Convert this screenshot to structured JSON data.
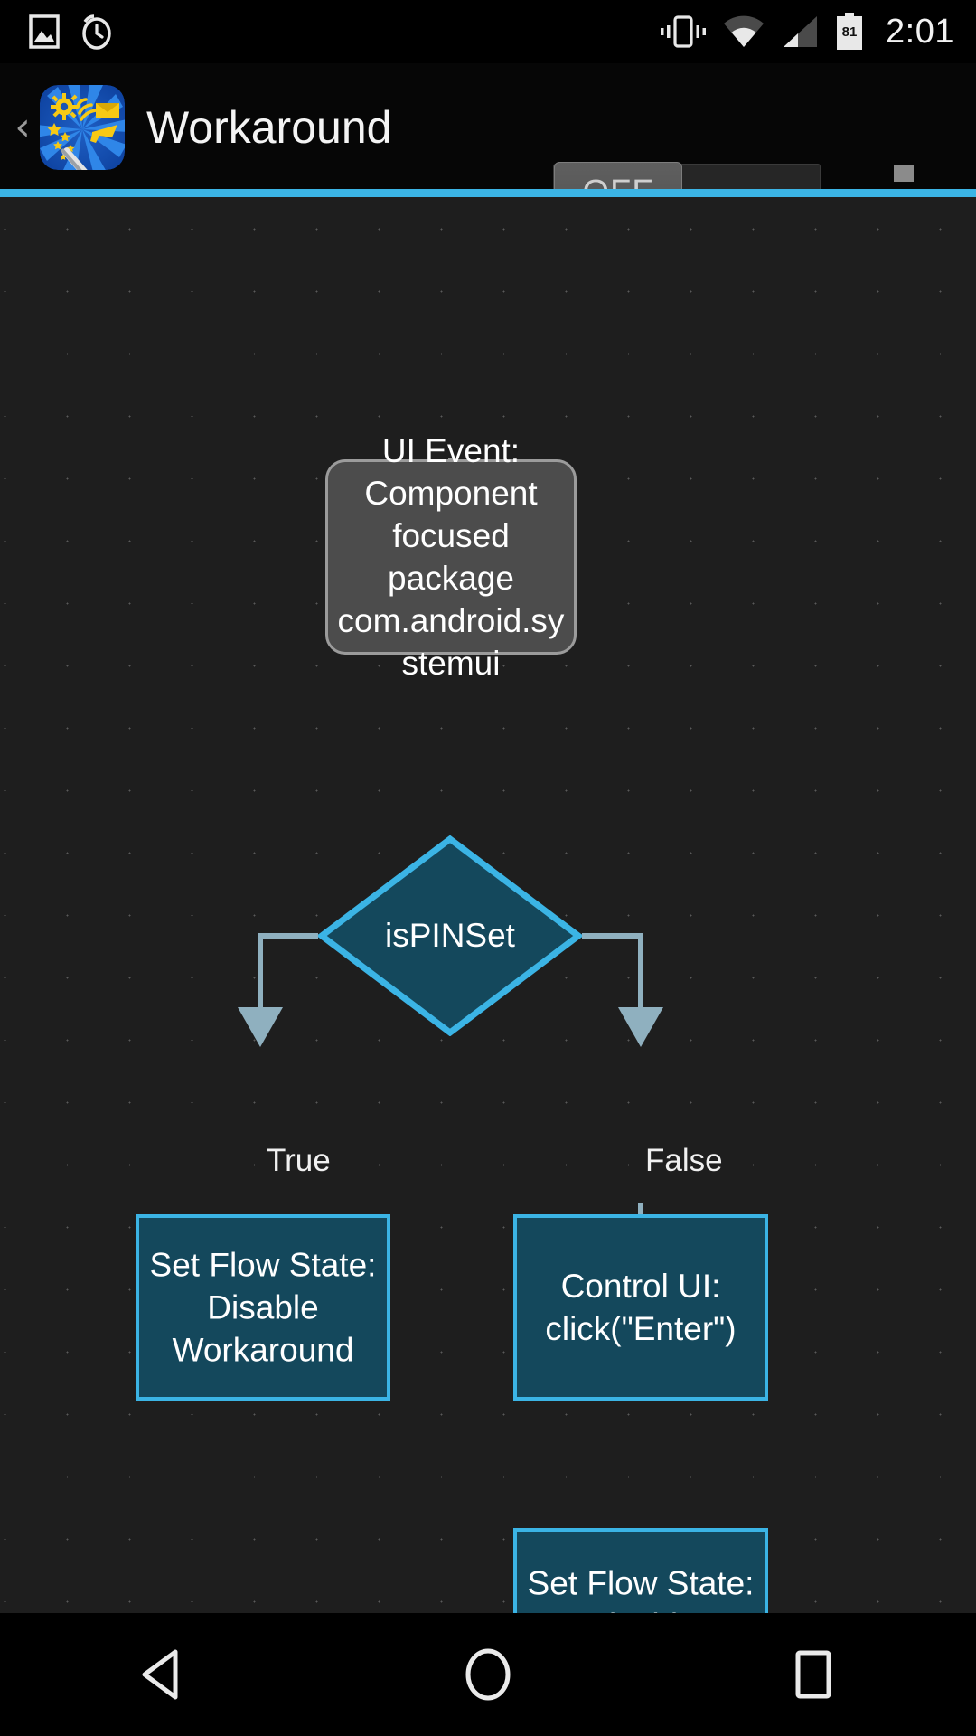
{
  "status_bar": {
    "icons": [
      "image-icon",
      "alarm-clock-icon",
      "vibrate-icon",
      "wifi-icon",
      "cell-signal-icon",
      "battery-icon"
    ],
    "battery_level": "81",
    "time": "2:01"
  },
  "action_bar": {
    "back_label": "‹",
    "app_icon_name": "workaround-app-icon",
    "title": "Workaround",
    "toggle": {
      "label": "OFF",
      "state": "off"
    },
    "overflow_label": "overflow-menu"
  },
  "theme": {
    "accent": "#3bb4e5",
    "canvas_bg": "#1e1e1e",
    "node_fill": "#14485c",
    "node_border": "#3bb4e5",
    "trigger_fill": "#4c4c4c",
    "trigger_border": "#9b9b9b",
    "edge_gray": "#9a9a9a",
    "edge_blue_gray": "#8fb0bf",
    "text": "#ffffff"
  },
  "flow": {
    "nodes": [
      {
        "id": "trigger",
        "type": "trigger",
        "text": "UI Event: Component focused package com.android.systemui"
      },
      {
        "id": "decision",
        "type": "decision",
        "text": "isPINSet"
      },
      {
        "id": "true_action",
        "type": "action",
        "text": "Set Flow State: Disable Workaround"
      },
      {
        "id": "false_action",
        "type": "action",
        "text": "Control UI: click(\"Enter\")"
      },
      {
        "id": "final_action",
        "type": "action",
        "text": "Set Flow State: Disable Workaround"
      }
    ],
    "edges": [
      {
        "from": "trigger",
        "to": "decision",
        "label": ""
      },
      {
        "from": "decision",
        "to": "true_action",
        "label": "True"
      },
      {
        "from": "decision",
        "to": "false_action",
        "label": "False"
      },
      {
        "from": "false_action",
        "to": "final_action",
        "label": ""
      }
    ]
  },
  "nav_bar": {
    "back": "back-triangle-icon",
    "home": "home-circle-icon",
    "recents": "recents-square-icon"
  }
}
